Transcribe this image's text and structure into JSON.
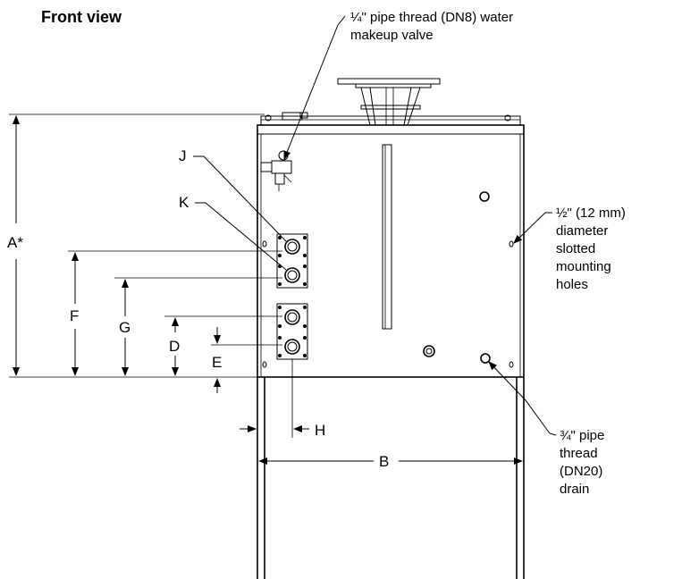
{
  "title": "Front view",
  "callouts": {
    "makeup_valve": [
      "¼\" pipe thread (DN8) water",
      "makeup valve"
    ],
    "mounting_holes": [
      "½\" (12 mm)",
      "diameter",
      "slotted",
      "mounting",
      "holes"
    ],
    "drain": [
      "¾\" pipe",
      "thread",
      "(DN20)",
      "drain"
    ]
  },
  "dimensions": {
    "A": "A*",
    "B": "B",
    "D": "D",
    "E": "E",
    "F": "F",
    "G": "G",
    "H": "H",
    "J": "J",
    "K": "K"
  }
}
